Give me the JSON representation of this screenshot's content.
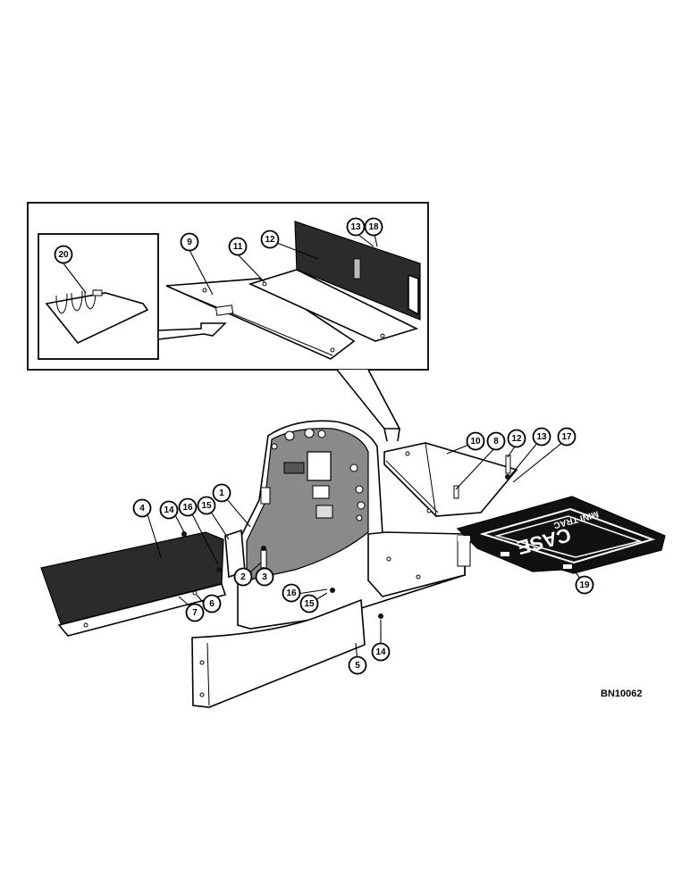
{
  "diagram": {
    "drawing_code": "BN10062",
    "mat_logo_text": "CASE",
    "mat_logo_subtext": "MINI TRAC",
    "callouts": [
      {
        "id": "20",
        "label": "20"
      },
      {
        "id": "9",
        "label": "9"
      },
      {
        "id": "11",
        "label": "11"
      },
      {
        "id": "12a",
        "label": "12"
      },
      {
        "id": "13a",
        "label": "13"
      },
      {
        "id": "18",
        "label": "18"
      },
      {
        "id": "10",
        "label": "10"
      },
      {
        "id": "8",
        "label": "8"
      },
      {
        "id": "12b",
        "label": "12"
      },
      {
        "id": "13b",
        "label": "13"
      },
      {
        "id": "17",
        "label": "17"
      },
      {
        "id": "19",
        "label": "19"
      },
      {
        "id": "1",
        "label": "1"
      },
      {
        "id": "4",
        "label": "4"
      },
      {
        "id": "14a",
        "label": "14"
      },
      {
        "id": "16a",
        "label": "16"
      },
      {
        "id": "15a",
        "label": "15"
      },
      {
        "id": "6",
        "label": "6"
      },
      {
        "id": "7",
        "label": "7"
      },
      {
        "id": "2",
        "label": "2"
      },
      {
        "id": "3",
        "label": "3"
      },
      {
        "id": "16b",
        "label": "16"
      },
      {
        "id": "15b",
        "label": "15"
      },
      {
        "id": "14b",
        "label": "14"
      },
      {
        "id": "5",
        "label": "5"
      }
    ]
  }
}
